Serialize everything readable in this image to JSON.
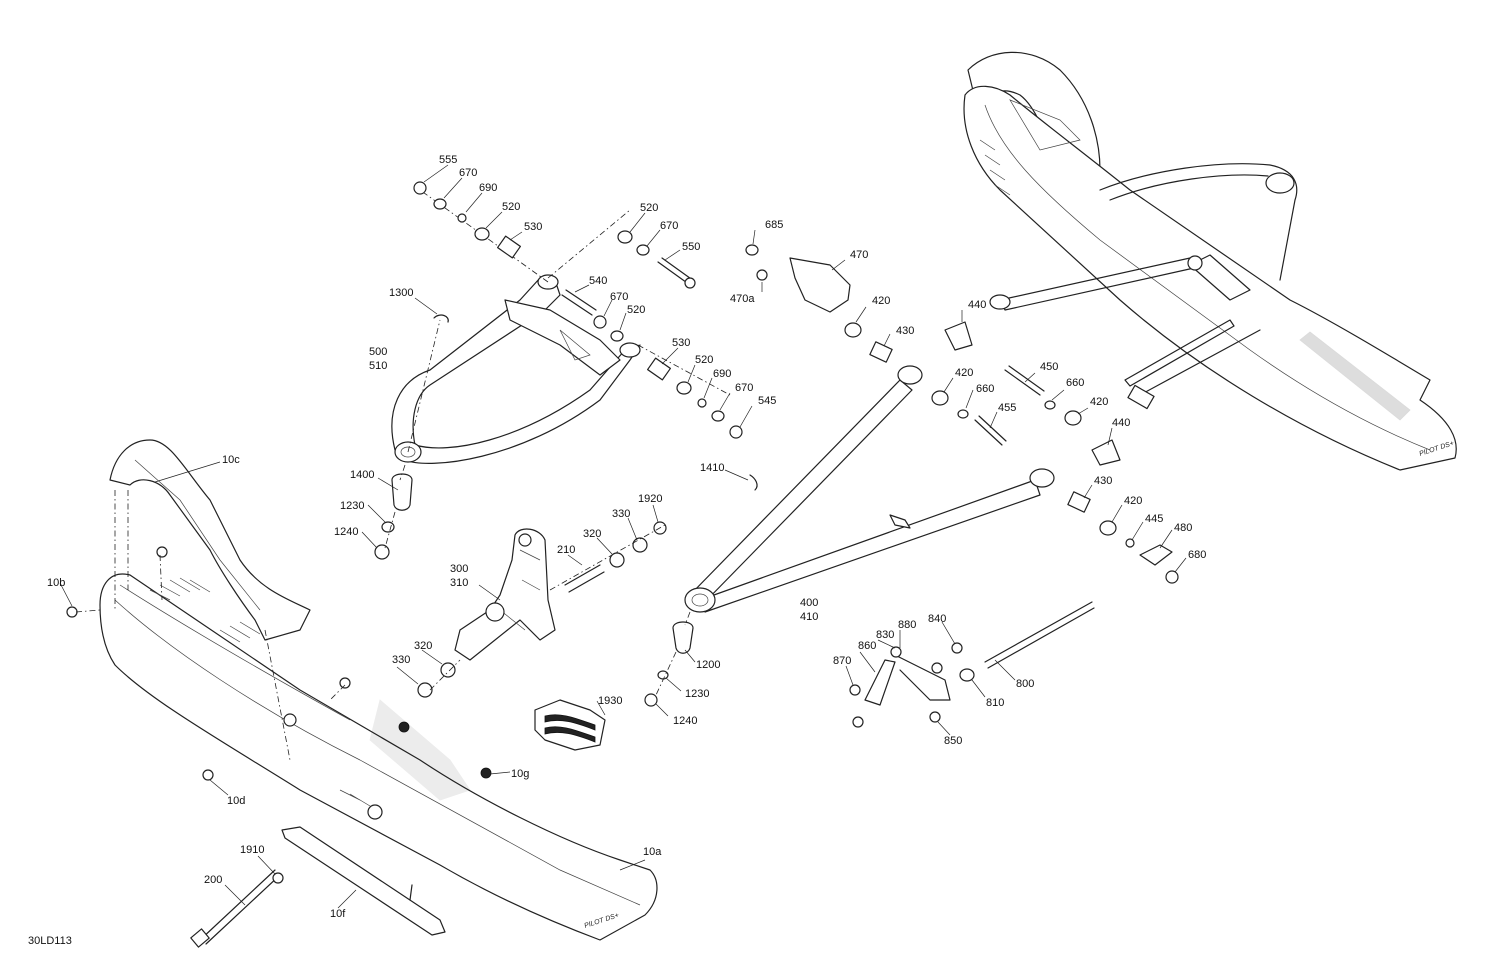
{
  "drawing_id": "30LD113",
  "callouts": [
    {
      "id": "555",
      "text": "555"
    },
    {
      "id": "670-a",
      "text": "670"
    },
    {
      "id": "690-a",
      "text": "690"
    },
    {
      "id": "520-a",
      "text": "520"
    },
    {
      "id": "530-a",
      "text": "530"
    },
    {
      "id": "520-b",
      "text": "520"
    },
    {
      "id": "670-b",
      "text": "670"
    },
    {
      "id": "550",
      "text": "550"
    },
    {
      "id": "540",
      "text": "540"
    },
    {
      "id": "670-c",
      "text": "670"
    },
    {
      "id": "520-c",
      "text": "520"
    },
    {
      "id": "1300",
      "text": "1300"
    },
    {
      "id": "500",
      "text": "500"
    },
    {
      "id": "510",
      "text": "510"
    },
    {
      "id": "530-b",
      "text": "530"
    },
    {
      "id": "520-d",
      "text": "520"
    },
    {
      "id": "690-b",
      "text": "690"
    },
    {
      "id": "670-d",
      "text": "670"
    },
    {
      "id": "545",
      "text": "545"
    },
    {
      "id": "685",
      "text": "685"
    },
    {
      "id": "470",
      "text": "470"
    },
    {
      "id": "470a",
      "text": "470a"
    },
    {
      "id": "420-a",
      "text": "420"
    },
    {
      "id": "430-a",
      "text": "430"
    },
    {
      "id": "440-a",
      "text": "440"
    },
    {
      "id": "420-b",
      "text": "420"
    },
    {
      "id": "450",
      "text": "450"
    },
    {
      "id": "660-a",
      "text": "660"
    },
    {
      "id": "660-b",
      "text": "660"
    },
    {
      "id": "455",
      "text": "455"
    },
    {
      "id": "420-c",
      "text": "420"
    },
    {
      "id": "440-b",
      "text": "440"
    },
    {
      "id": "430-b",
      "text": "430"
    },
    {
      "id": "420-d",
      "text": "420"
    },
    {
      "id": "445",
      "text": "445"
    },
    {
      "id": "480",
      "text": "480"
    },
    {
      "id": "680",
      "text": "680"
    },
    {
      "id": "10c",
      "text": "10c"
    },
    {
      "id": "1400",
      "text": "1400"
    },
    {
      "id": "1230-a",
      "text": "1230"
    },
    {
      "id": "1240-a",
      "text": "1240"
    },
    {
      "id": "1410",
      "text": "1410"
    },
    {
      "id": "1920",
      "text": "1920"
    },
    {
      "id": "330-a",
      "text": "330"
    },
    {
      "id": "320-a",
      "text": "320"
    },
    {
      "id": "210",
      "text": "210"
    },
    {
      "id": "300",
      "text": "300"
    },
    {
      "id": "310",
      "text": "310"
    },
    {
      "id": "10b",
      "text": "10b"
    },
    {
      "id": "400",
      "text": "400"
    },
    {
      "id": "410",
      "text": "410"
    },
    {
      "id": "320-b",
      "text": "320"
    },
    {
      "id": "330-b",
      "text": "330"
    },
    {
      "id": "1200",
      "text": "1200"
    },
    {
      "id": "1230-b",
      "text": "1230"
    },
    {
      "id": "1240-b",
      "text": "1240"
    },
    {
      "id": "1930",
      "text": "1930"
    },
    {
      "id": "880",
      "text": "880"
    },
    {
      "id": "840",
      "text": "840"
    },
    {
      "id": "830",
      "text": "830"
    },
    {
      "id": "860",
      "text": "860"
    },
    {
      "id": "870",
      "text": "870"
    },
    {
      "id": "800",
      "text": "800"
    },
    {
      "id": "810",
      "text": "810"
    },
    {
      "id": "850",
      "text": "850"
    },
    {
      "id": "10g",
      "text": "10g"
    },
    {
      "id": "10d",
      "text": "10d"
    },
    {
      "id": "10a",
      "text": "10a"
    },
    {
      "id": "1910",
      "text": "1910"
    },
    {
      "id": "200",
      "text": "200"
    },
    {
      "id": "10f",
      "text": "10f"
    }
  ],
  "brand_marks": {
    "ski_logo": "PILOT DS+",
    "ski_model": "PILOT DS+"
  }
}
